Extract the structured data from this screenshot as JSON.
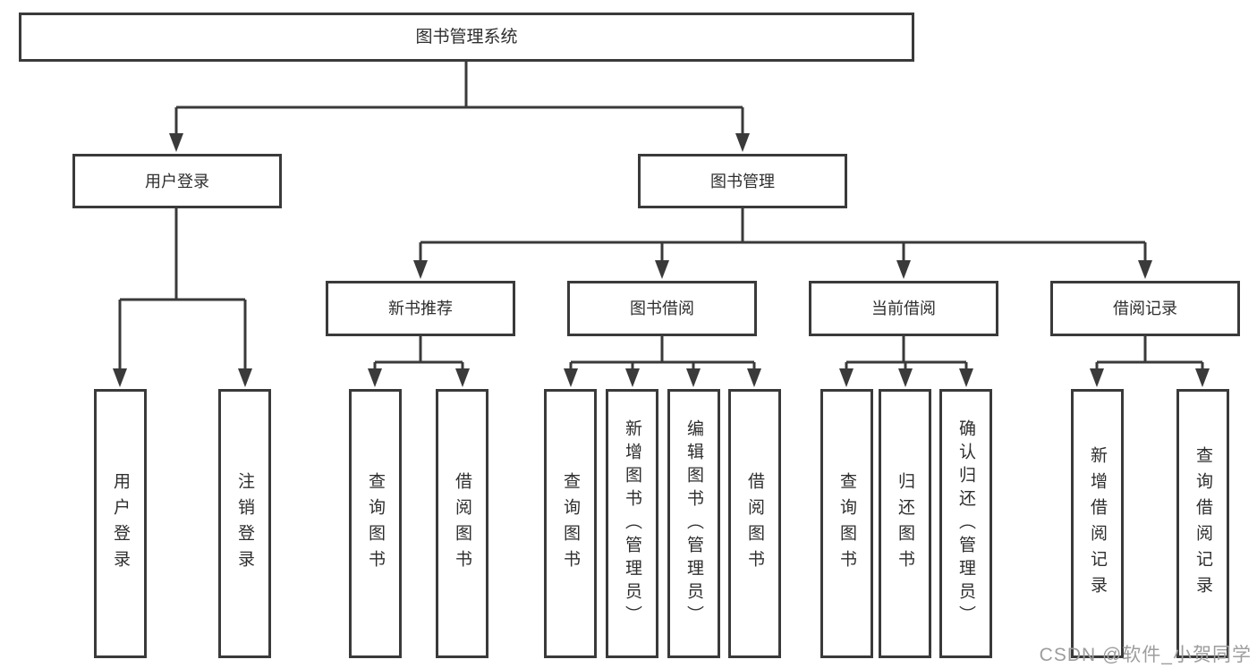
{
  "nodes": {
    "root": {
      "label": "图书管理系统"
    },
    "level1": [
      {
        "label": "用户登录"
      },
      {
        "label": "图书管理"
      }
    ],
    "level2": [
      {
        "label": "新书推荐"
      },
      {
        "label": "图书借阅"
      },
      {
        "label": "当前借阅"
      },
      {
        "label": "借阅记录"
      }
    ],
    "leaves": {
      "user_login": [
        "用户登录",
        "注销登录"
      ],
      "new_book_recommend": [
        "查询图书",
        "借阅图书"
      ],
      "book_borrow": [
        "查询图书",
        "新增图书（管理员）",
        "编辑图书（管理员）",
        "借阅图书"
      ],
      "current_borrow": [
        "查询图书",
        "归还图书",
        "确认归还（管理员）"
      ],
      "borrow_record": [
        "新增借阅记录",
        "查询借阅记录"
      ]
    }
  },
  "watermark": "CSDN @软件_小贺同学",
  "colors": {
    "line": "#3a3a3a",
    "box_border": "#3a3a3a",
    "text": "#2e2e2e",
    "watermark": "#9d9d9d",
    "background": "#ffffff"
  }
}
